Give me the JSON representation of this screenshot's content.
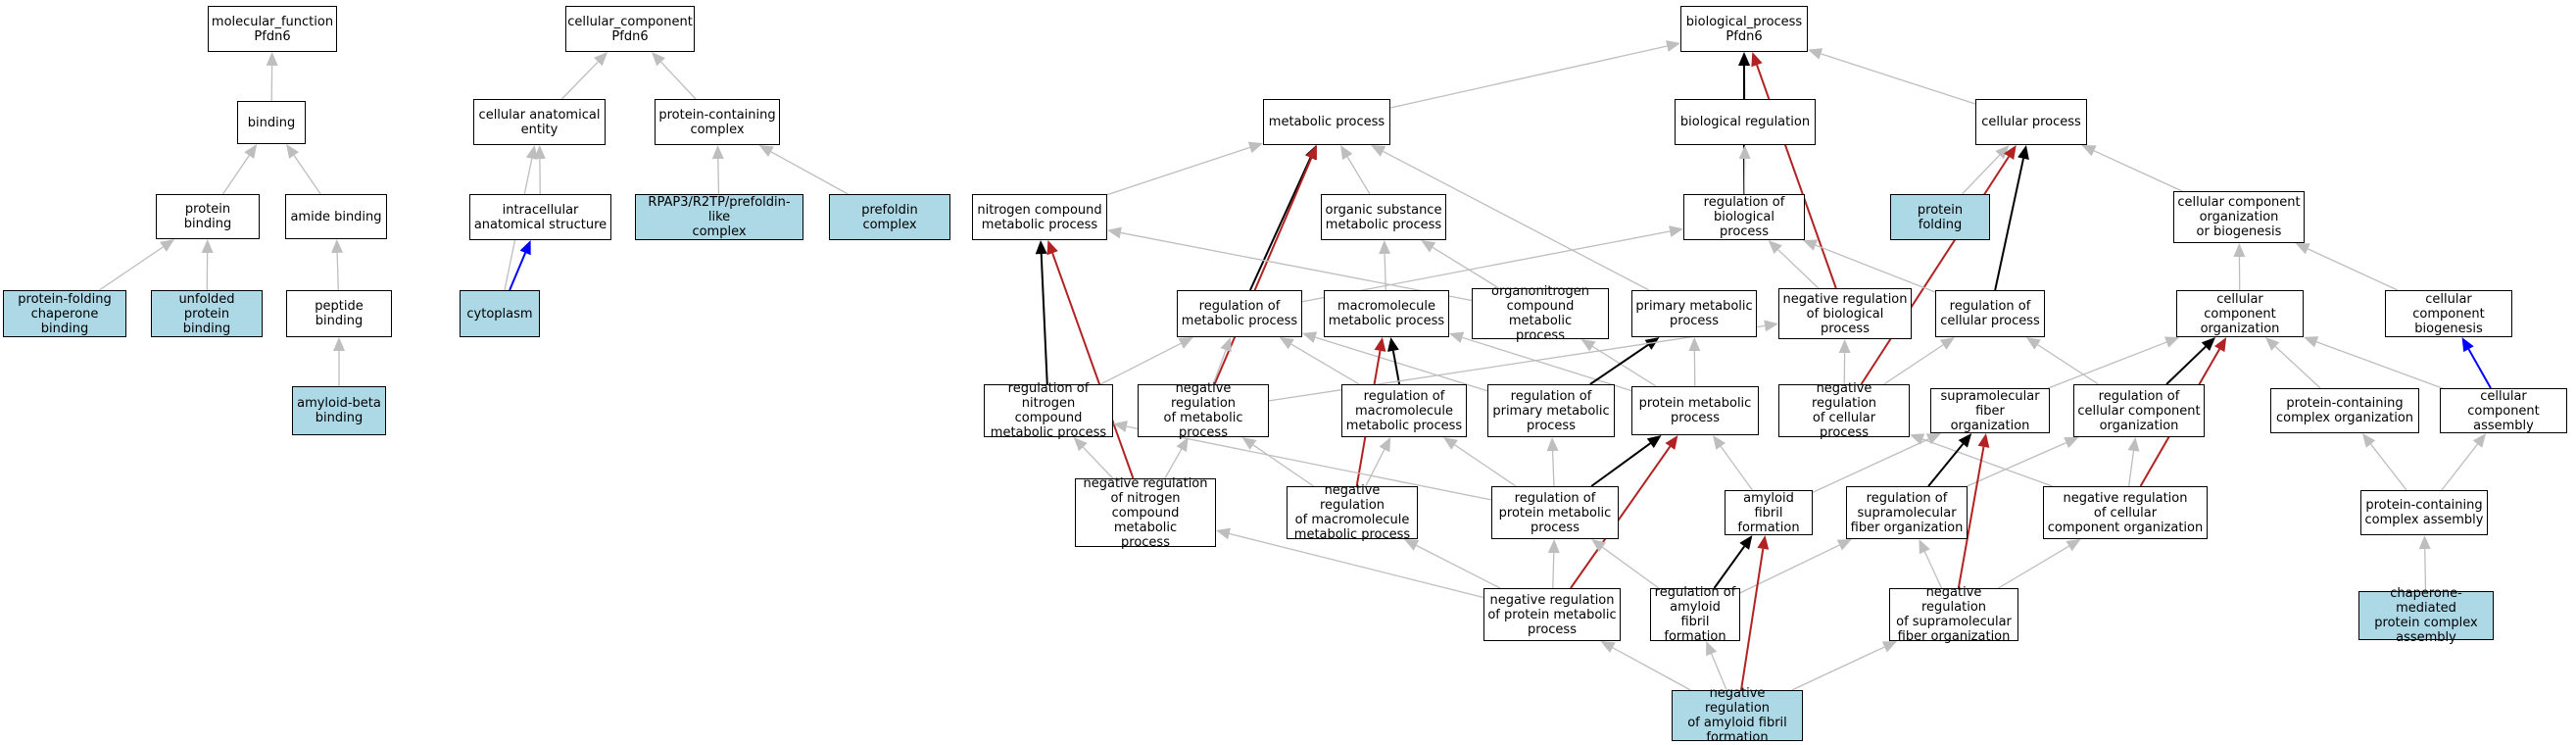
{
  "colors": {
    "is_a": "#bebebe",
    "regulates": "#000000",
    "negatively_regulates": "#b22222",
    "part_of": "#0000ff",
    "highlight_fill": "#add8e6"
  },
  "nodes": {
    "mf_root": {
      "label": "molecular_function\nPfdn6",
      "highlight": false
    },
    "binding": {
      "label": "binding",
      "highlight": false
    },
    "protein_binding": {
      "label": "protein binding",
      "highlight": false
    },
    "amide_binding": {
      "label": "amide binding",
      "highlight": false
    },
    "protein_folding_chaperone_binding": {
      "label": "protein-folding\nchaperone binding",
      "highlight": true
    },
    "unfolded_protein_binding": {
      "label": "unfolded protein\nbinding",
      "highlight": true
    },
    "peptide_binding": {
      "label": "peptide binding",
      "highlight": false
    },
    "amyloid_beta_binding": {
      "label": "amyloid-beta\nbinding",
      "highlight": true
    },
    "cc_root": {
      "label": "cellular_component\nPfdn6",
      "highlight": false
    },
    "cellular_anatomical_entity": {
      "label": "cellular anatomical\nentity",
      "highlight": false
    },
    "protein_containing_complex": {
      "label": "protein-containing\ncomplex",
      "highlight": false
    },
    "intracellular_anatomical_structure": {
      "label": "intracellular\nanatomical structure",
      "highlight": false
    },
    "rpap3_complex": {
      "label": "RPAP3/R2TP/prefoldin-like\ncomplex",
      "highlight": true
    },
    "prefoldin_complex": {
      "label": "prefoldin complex",
      "highlight": true
    },
    "cytoplasm": {
      "label": "cytoplasm",
      "highlight": true
    },
    "bp_root": {
      "label": "biological_process\nPfdn6",
      "highlight": false
    },
    "metabolic_process": {
      "label": "metabolic process",
      "highlight": false
    },
    "biological_regulation": {
      "label": "biological regulation",
      "highlight": false
    },
    "cellular_process": {
      "label": "cellular process",
      "highlight": false
    },
    "nitrogen_compound_metabolic_process": {
      "label": "nitrogen compound\nmetabolic process",
      "highlight": false
    },
    "organic_substance_metabolic_process": {
      "label": "organic substance\nmetabolic process",
      "highlight": false
    },
    "regulation_of_biological_process": {
      "label": "regulation of\nbiological process",
      "highlight": false
    },
    "protein_folding": {
      "label": "protein folding",
      "highlight": true
    },
    "cellular_component_organization_or_biogenesis": {
      "label": "cellular component\norganization\nor biogenesis",
      "highlight": false
    },
    "regulation_of_metabolic_process": {
      "label": "regulation of\nmetabolic process",
      "highlight": false
    },
    "macromolecule_metabolic_process": {
      "label": "macromolecule\nmetabolic process",
      "highlight": false
    },
    "organonitrogen_compound_metabolic_process": {
      "label": "organonitrogen\ncompound metabolic\nprocess",
      "highlight": false
    },
    "primary_metabolic_process": {
      "label": "primary metabolic\nprocess",
      "highlight": false
    },
    "negative_regulation_of_biological_process": {
      "label": "negative regulation\nof biological\nprocess",
      "highlight": false
    },
    "regulation_of_cellular_process": {
      "label": "regulation of\ncellular process",
      "highlight": false
    },
    "cellular_component_organization": {
      "label": "cellular component\norganization",
      "highlight": false
    },
    "cellular_component_biogenesis": {
      "label": "cellular component\nbiogenesis",
      "highlight": false
    },
    "regulation_of_nitrogen_compound_metabolic_process": {
      "label": "regulation of\nnitrogen compound\nmetabolic process",
      "highlight": false
    },
    "negative_regulation_of_metabolic_process": {
      "label": "negative regulation\nof metabolic\nprocess",
      "highlight": false
    },
    "regulation_of_macromolecule_metabolic_process": {
      "label": "regulation of\nmacromolecule\nmetabolic process",
      "highlight": false
    },
    "regulation_of_primary_metabolic_process": {
      "label": "regulation of\nprimary metabolic\nprocess",
      "highlight": false
    },
    "protein_metabolic_process": {
      "label": "protein metabolic\nprocess",
      "highlight": false
    },
    "negative_regulation_of_cellular_process": {
      "label": "negative regulation\nof cellular\nprocess",
      "highlight": false
    },
    "supramolecular_fiber_organization": {
      "label": "supramolecular\nfiber organization",
      "highlight": false
    },
    "regulation_of_cellular_component_organization": {
      "label": "regulation of\ncellular component\norganization",
      "highlight": false
    },
    "protein_containing_complex_organization": {
      "label": "protein-containing\ncomplex organization",
      "highlight": false
    },
    "cellular_component_assembly": {
      "label": "cellular component\nassembly",
      "highlight": false
    },
    "negative_regulation_of_nitrogen_compound_metabolic_process": {
      "label": "negative regulation\nof nitrogen\ncompound metabolic\nprocess",
      "highlight": false
    },
    "negative_regulation_of_macromolecule_metabolic_process": {
      "label": "negative regulation\nof macromolecule\nmetabolic process",
      "highlight": false
    },
    "regulation_of_protein_metabolic_process": {
      "label": "regulation of\nprotein metabolic\nprocess",
      "highlight": false
    },
    "amyloid_fibril_formation": {
      "label": "amyloid fibril\nformation",
      "highlight": false
    },
    "regulation_of_supramolecular_fiber_organization": {
      "label": "regulation of\nsupramolecular\nfiber organization",
      "highlight": false
    },
    "negative_regulation_of_cellular_component_organization": {
      "label": "negative regulation\nof cellular\ncomponent organization",
      "highlight": false
    },
    "protein_containing_complex_assembly": {
      "label": "protein-containing\ncomplex assembly",
      "highlight": false
    },
    "negative_regulation_of_protein_metabolic_process": {
      "label": "negative regulation\nof protein metabolic\nprocess",
      "highlight": false
    },
    "regulation_of_amyloid_fibril_formation": {
      "label": "regulation of\namyloid fibril\nformation",
      "highlight": false
    },
    "negative_regulation_of_supramolecular_fiber_organization": {
      "label": "negative regulation\nof supramolecular\nfiber organization",
      "highlight": false
    },
    "chaperone_mediated_protein_complex_assembly": {
      "label": "chaperone-mediated\nprotein complex\nassembly",
      "highlight": true
    },
    "negative_regulation_of_amyloid_fibril_formation": {
      "label": "negative regulation\nof amyloid fibril\nformation",
      "highlight": true
    }
  },
  "edges": [
    {
      "from": "binding",
      "to": "mf_root",
      "type": "is_a"
    },
    {
      "from": "protein_binding",
      "to": "binding",
      "type": "is_a"
    },
    {
      "from": "amide_binding",
      "to": "binding",
      "type": "is_a"
    },
    {
      "from": "protein_folding_chaperone_binding",
      "to": "protein_binding",
      "type": "is_a"
    },
    {
      "from": "unfolded_protein_binding",
      "to": "protein_binding",
      "type": "is_a"
    },
    {
      "from": "peptide_binding",
      "to": "amide_binding",
      "type": "is_a"
    },
    {
      "from": "amyloid_beta_binding",
      "to": "peptide_binding",
      "type": "is_a"
    },
    {
      "from": "cellular_anatomical_entity",
      "to": "cc_root",
      "type": "is_a"
    },
    {
      "from": "protein_containing_complex",
      "to": "cc_root",
      "type": "is_a"
    },
    {
      "from": "intracellular_anatomical_structure",
      "to": "cellular_anatomical_entity",
      "type": "is_a"
    },
    {
      "from": "cytoplasm",
      "to": "cellular_anatomical_entity",
      "type": "is_a"
    },
    {
      "from": "cytoplasm",
      "to": "intracellular_anatomical_structure",
      "type": "part_of"
    },
    {
      "from": "rpap3_complex",
      "to": "protein_containing_complex",
      "type": "is_a"
    },
    {
      "from": "prefoldin_complex",
      "to": "protein_containing_complex",
      "type": "is_a"
    },
    {
      "from": "metabolic_process",
      "to": "bp_root",
      "type": "is_a"
    },
    {
      "from": "biological_regulation",
      "to": "bp_root",
      "type": "is_a"
    },
    {
      "from": "cellular_process",
      "to": "bp_root",
      "type": "is_a"
    },
    {
      "from": "regulation_of_biological_process",
      "to": "bp_root",
      "type": "regulates"
    },
    {
      "from": "negative_regulation_of_biological_process",
      "to": "bp_root",
      "type": "negatively_regulates"
    },
    {
      "from": "nitrogen_compound_metabolic_process",
      "to": "metabolic_process",
      "type": "is_a"
    },
    {
      "from": "organic_substance_metabolic_process",
      "to": "metabolic_process",
      "type": "is_a"
    },
    {
      "from": "primary_metabolic_process",
      "to": "metabolic_process",
      "type": "is_a"
    },
    {
      "from": "regulation_of_metabolic_process",
      "to": "metabolic_process",
      "type": "regulates"
    },
    {
      "from": "negative_regulation_of_metabolic_process",
      "to": "metabolic_process",
      "type": "negatively_regulates"
    },
    {
      "from": "regulation_of_biological_process",
      "to": "biological_regulation",
      "type": "is_a"
    },
    {
      "from": "protein_folding",
      "to": "cellular_process",
      "type": "is_a"
    },
    {
      "from": "cellular_component_organization_or_biogenesis",
      "to": "cellular_process",
      "type": "is_a"
    },
    {
      "from": "regulation_of_cellular_process",
      "to": "cellular_process",
      "type": "regulates"
    },
    {
      "from": "negative_regulation_of_cellular_process",
      "to": "cellular_process",
      "type": "negatively_regulates"
    },
    {
      "from": "organonitrogen_compound_metabolic_process",
      "to": "nitrogen_compound_metabolic_process",
      "type": "is_a"
    },
    {
      "from": "regulation_of_nitrogen_compound_metabolic_process",
      "to": "nitrogen_compound_metabolic_process",
      "type": "regulates"
    },
    {
      "from": "negative_regulation_of_nitrogen_compound_metabolic_process",
      "to": "nitrogen_compound_metabolic_process",
      "type": "negatively_regulates"
    },
    {
      "from": "macromolecule_metabolic_process",
      "to": "organic_substance_metabolic_process",
      "type": "is_a"
    },
    {
      "from": "organonitrogen_compound_metabolic_process",
      "to": "organic_substance_metabolic_process",
      "type": "is_a"
    },
    {
      "from": "regulation_of_metabolic_process",
      "to": "regulation_of_biological_process",
      "type": "is_a"
    },
    {
      "from": "negative_regulation_of_biological_process",
      "to": "regulation_of_biological_process",
      "type": "is_a"
    },
    {
      "from": "regulation_of_cellular_process",
      "to": "regulation_of_biological_process",
      "type": "is_a"
    },
    {
      "from": "cellular_component_organization",
      "to": "cellular_component_organization_or_biogenesis",
      "type": "is_a"
    },
    {
      "from": "cellular_component_biogenesis",
      "to": "cellular_component_organization_or_biogenesis",
      "type": "is_a"
    },
    {
      "from": "regulation_of_nitrogen_compound_metabolic_process",
      "to": "regulation_of_metabolic_process",
      "type": "is_a"
    },
    {
      "from": "negative_regulation_of_metabolic_process",
      "to": "regulation_of_metabolic_process",
      "type": "is_a"
    },
    {
      "from": "regulation_of_macromolecule_metabolic_process",
      "to": "regulation_of_metabolic_process",
      "type": "is_a"
    },
    {
      "from": "regulation_of_primary_metabolic_process",
      "to": "regulation_of_metabolic_process",
      "type": "is_a"
    },
    {
      "from": "regulation_of_macromolecule_metabolic_process",
      "to": "macromolecule_metabolic_process",
      "type": "regulates"
    },
    {
      "from": "negative_regulation_of_macromolecule_metabolic_process",
      "to": "macromolecule_metabolic_process",
      "type": "negatively_regulates"
    },
    {
      "from": "protein_metabolic_process",
      "to": "macromolecule_metabolic_process",
      "type": "is_a"
    },
    {
      "from": "protein_metabolic_process",
      "to": "organonitrogen_compound_metabolic_process",
      "type": "is_a"
    },
    {
      "from": "protein_metabolic_process",
      "to": "primary_metabolic_process",
      "type": "is_a"
    },
    {
      "from": "regulation_of_primary_metabolic_process",
      "to": "primary_metabolic_process",
      "type": "regulates"
    },
    {
      "from": "negative_regulation_of_metabolic_process",
      "to": "negative_regulation_of_biological_process",
      "type": "is_a"
    },
    {
      "from": "negative_regulation_of_cellular_process",
      "to": "negative_regulation_of_biological_process",
      "type": "is_a"
    },
    {
      "from": "negative_regulation_of_cellular_process",
      "to": "regulation_of_cellular_process",
      "type": "is_a"
    },
    {
      "from": "regulation_of_cellular_component_organization",
      "to": "regulation_of_cellular_process",
      "type": "is_a"
    },
    {
      "from": "supramolecular_fiber_organization",
      "to": "cellular_component_organization",
      "type": "is_a"
    },
    {
      "from": "regulation_of_cellular_component_organization",
      "to": "cellular_component_organization",
      "type": "regulates"
    },
    {
      "from": "negative_regulation_of_cellular_component_organization",
      "to": "cellular_component_organization",
      "type": "negatively_regulates"
    },
    {
      "from": "protein_containing_complex_organization",
      "to": "cellular_component_organization",
      "type": "is_a"
    },
    {
      "from": "cellular_component_assembly",
      "to": "cellular_component_organization",
      "type": "is_a"
    },
    {
      "from": "cellular_component_assembly",
      "to": "cellular_component_biogenesis",
      "type": "part_of"
    },
    {
      "from": "negative_regulation_of_nitrogen_compound_metabolic_process",
      "to": "regulation_of_nitrogen_compound_metabolic_process",
      "type": "is_a"
    },
    {
      "from": "negative_regulation_of_nitrogen_compound_metabolic_process",
      "to": "negative_regulation_of_metabolic_process",
      "type": "is_a"
    },
    {
      "from": "negative_regulation_of_macromolecule_metabolic_process",
      "to": "negative_regulation_of_metabolic_process",
      "type": "is_a"
    },
    {
      "from": "negative_regulation_of_macromolecule_metabolic_process",
      "to": "regulation_of_macromolecule_metabolic_process",
      "type": "is_a"
    },
    {
      "from": "regulation_of_protein_metabolic_process",
      "to": "regulation_of_macromolecule_metabolic_process",
      "type": "is_a"
    },
    {
      "from": "regulation_of_protein_metabolic_process",
      "to": "regulation_of_primary_metabolic_process",
      "type": "is_a"
    },
    {
      "from": "regulation_of_protein_metabolic_process",
      "to": "regulation_of_nitrogen_compound_metabolic_process",
      "type": "is_a"
    },
    {
      "from": "regulation_of_protein_metabolic_process",
      "to": "protein_metabolic_process",
      "type": "regulates"
    },
    {
      "from": "negative_regulation_of_protein_metabolic_process",
      "to": "protein_metabolic_process",
      "type": "negatively_regulates"
    },
    {
      "from": "amyloid_fibril_formation",
      "to": "protein_metabolic_process",
      "type": "is_a"
    },
    {
      "from": "amyloid_fibril_formation",
      "to": "supramolecular_fiber_organization",
      "type": "is_a"
    },
    {
      "from": "negative_regulation_of_cellular_component_organization",
      "to": "negative_regulation_of_cellular_process",
      "type": "is_a"
    },
    {
      "from": "negative_regulation_of_cellular_component_organization",
      "to": "regulation_of_cellular_component_organization",
      "type": "is_a"
    },
    {
      "from": "regulation_of_supramolecular_fiber_organization",
      "to": "regulation_of_cellular_component_organization",
      "type": "is_a"
    },
    {
      "from": "regulation_of_supramolecular_fiber_organization",
      "to": "supramolecular_fiber_organization",
      "type": "regulates"
    },
    {
      "from": "negative_regulation_of_supramolecular_fiber_organization",
      "to": "supramolecular_fiber_organization",
      "type": "negatively_regulates"
    },
    {
      "from": "protein_containing_complex_assembly",
      "to": "protein_containing_complex_organization",
      "type": "is_a"
    },
    {
      "from": "protein_containing_complex_assembly",
      "to": "cellular_component_assembly",
      "type": "is_a"
    },
    {
      "from": "chaperone_mediated_protein_complex_assembly",
      "to": "protein_containing_complex_assembly",
      "type": "is_a"
    },
    {
      "from": "negative_regulation_of_protein_metabolic_process",
      "to": "regulation_of_protein_metabolic_process",
      "type": "is_a"
    },
    {
      "from": "negative_regulation_of_protein_metabolic_process",
      "to": "negative_regulation_of_macromolecule_metabolic_process",
      "type": "is_a"
    },
    {
      "from": "negative_regulation_of_protein_metabolic_process",
      "to": "negative_regulation_of_nitrogen_compound_metabolic_process",
      "type": "is_a"
    },
    {
      "from": "regulation_of_amyloid_fibril_formation",
      "to": "amyloid_fibril_formation",
      "type": "regulates"
    },
    {
      "from": "regulation_of_amyloid_fibril_formation",
      "to": "regulation_of_protein_metabolic_process",
      "type": "is_a"
    },
    {
      "from": "regulation_of_amyloid_fibril_formation",
      "to": "regulation_of_supramolecular_fiber_organization",
      "type": "is_a"
    },
    {
      "from": "negative_regulation_of_supramolecular_fiber_organization",
      "to": "regulation_of_supramolecular_fiber_organization",
      "type": "is_a"
    },
    {
      "from": "negative_regulation_of_supramolecular_fiber_organization",
      "to": "negative_regulation_of_cellular_component_organization",
      "type": "is_a"
    },
    {
      "from": "negative_regulation_of_amyloid_fibril_formation",
      "to": "amyloid_fibril_formation",
      "type": "negatively_regulates"
    },
    {
      "from": "negative_regulation_of_amyloid_fibril_formation",
      "to": "regulation_of_amyloid_fibril_formation",
      "type": "is_a"
    },
    {
      "from": "negative_regulation_of_amyloid_fibril_formation",
      "to": "negative_regulation_of_protein_metabolic_process",
      "type": "is_a"
    },
    {
      "from": "negative_regulation_of_amyloid_fibril_formation",
      "to": "negative_regulation_of_supramolecular_fiber_organization",
      "type": "is_a"
    }
  ]
}
